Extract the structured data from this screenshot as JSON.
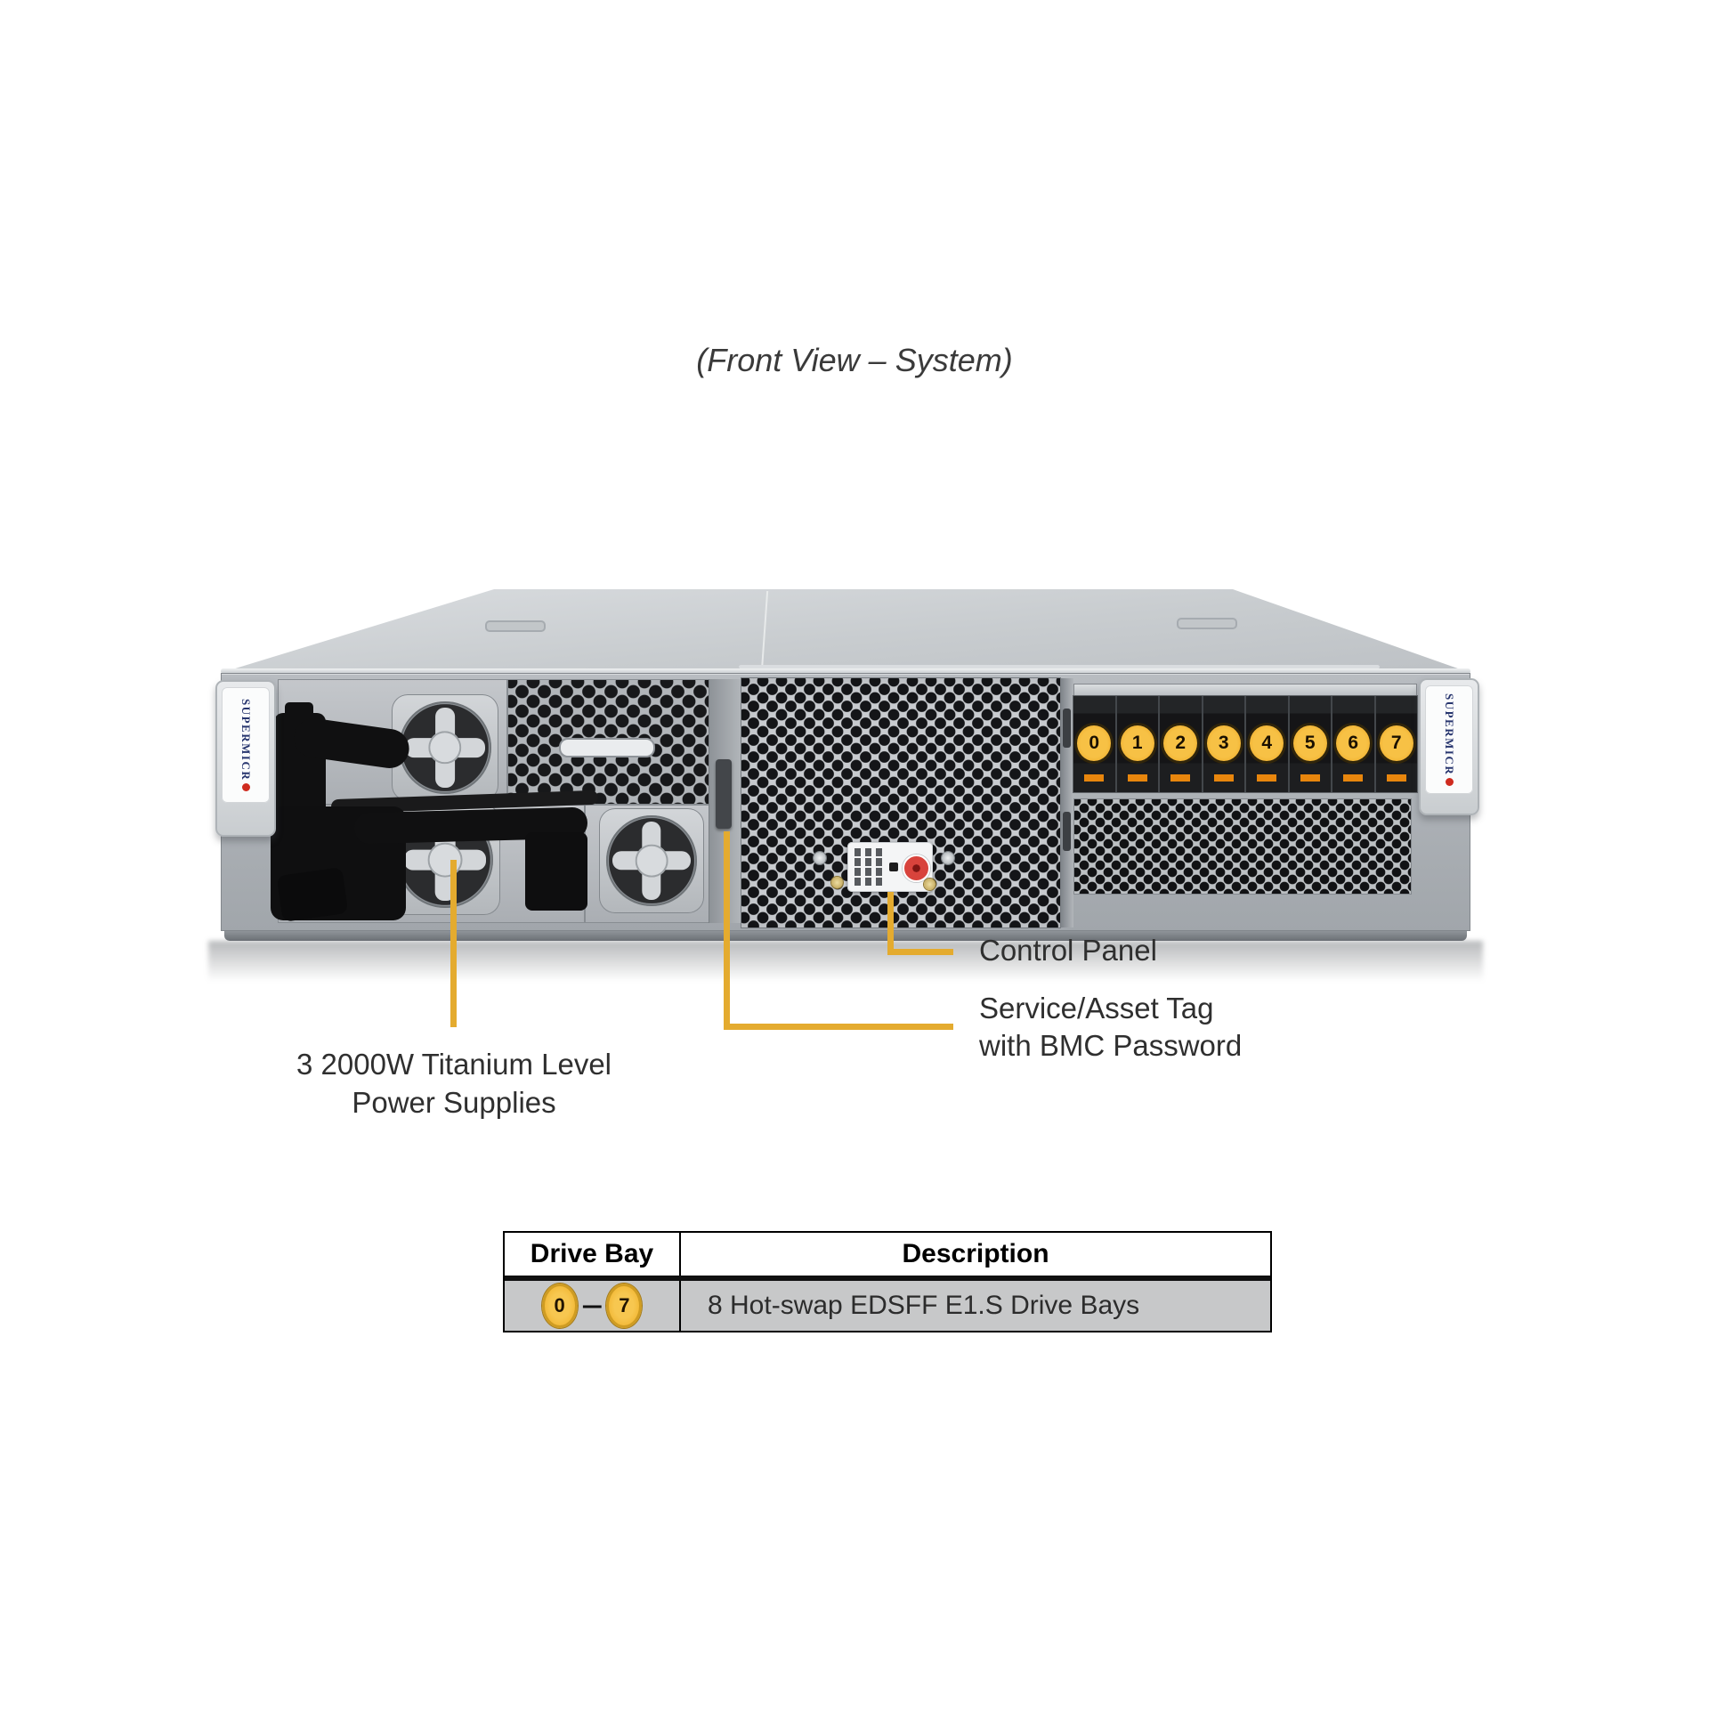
{
  "title": "(Front View – System)",
  "chassis": {
    "brand": "SUPERMICR",
    "drive_bays": [
      "0",
      "1",
      "2",
      "3",
      "4",
      "5",
      "6",
      "7"
    ]
  },
  "callouts": {
    "control_panel": "Control Panel",
    "service_tag_line1": "Service/Asset Tag",
    "service_tag_line2": "with BMC Password",
    "psu_line1": "3 2000W Titanium Level",
    "psu_line2": "Power Supplies"
  },
  "table": {
    "col_drive_bay": "Drive Bay",
    "col_description": "Description",
    "row": {
      "bay_start": "0",
      "range_dash": "–",
      "bay_end": "7",
      "description": "8 Hot-swap EDSFF E1.S Drive Bays"
    }
  },
  "colors": {
    "callout_yellow": "#E4AB2F",
    "bay_label_yellow": "#EFAF2A",
    "carrier_orange": "#E8860D"
  }
}
